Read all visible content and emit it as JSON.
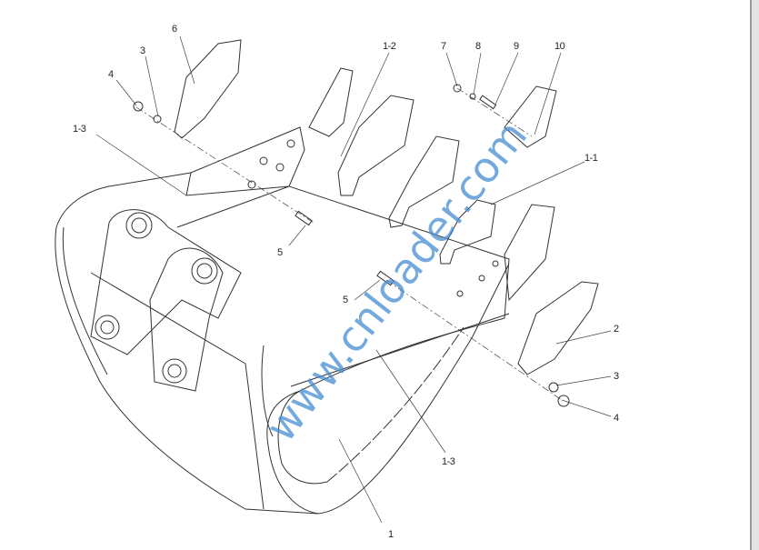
{
  "diagram": {
    "title": "Excavator bucket exploded view",
    "watermark": "www.cnloader.com",
    "colors": {
      "line": "#333333",
      "watermark": "#468cd2"
    },
    "callouts": [
      {
        "id": "c6",
        "label": "6"
      },
      {
        "id": "c3a",
        "label": "3"
      },
      {
        "id": "c4a",
        "label": "4"
      },
      {
        "id": "c13a",
        "label": "1-3"
      },
      {
        "id": "c12",
        "label": "1-2"
      },
      {
        "id": "c7",
        "label": "7"
      },
      {
        "id": "c8",
        "label": "8"
      },
      {
        "id": "c9",
        "label": "9"
      },
      {
        "id": "c10",
        "label": "10"
      },
      {
        "id": "c11",
        "label": "1-1"
      },
      {
        "id": "c5a",
        "label": "5"
      },
      {
        "id": "c5b",
        "label": "5"
      },
      {
        "id": "c2",
        "label": "2"
      },
      {
        "id": "c3b",
        "label": "3"
      },
      {
        "id": "c4b",
        "label": "4"
      },
      {
        "id": "c13b",
        "label": "1-3"
      },
      {
        "id": "c1",
        "label": "1"
      }
    ]
  }
}
